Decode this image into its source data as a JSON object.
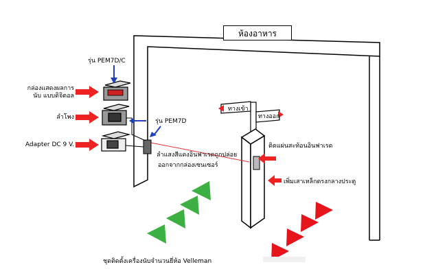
{
  "sign": {
    "room": "ห้องอาหาร",
    "entry": "ทางเข้า",
    "exit": "ทางออก"
  },
  "labels": {
    "model_top": "รุ่น PEM7D/C",
    "display_box": "กล่องแสดงผลการนับ แบบดิจิตอล",
    "speaker": "ลำโพง",
    "adapter": "Adapter DC 9 V.",
    "model_mid": "รุ่น PEM7D",
    "beam_line1": "ลำแสงสีแดงอินฟาเรดถูกปล่อย",
    "beam_line2": "ออกจากกล่องเซนเซอร์",
    "reflector": "ติดแผ่นสะท้อนอินฟาเรด",
    "center_post": "เพิ่มเสาเหล็กตรงกลางประตู",
    "caption": "ชุดติดตั้งเครื่องนับจำนวนยี่ห้อ Velleman"
  },
  "colors": {
    "arrow": "#ee2222",
    "pointer": "#1f3fbf",
    "beam": "#e33333",
    "green": "#3cb043",
    "red_tri": "#e8141c",
    "display": "#cc2222"
  }
}
